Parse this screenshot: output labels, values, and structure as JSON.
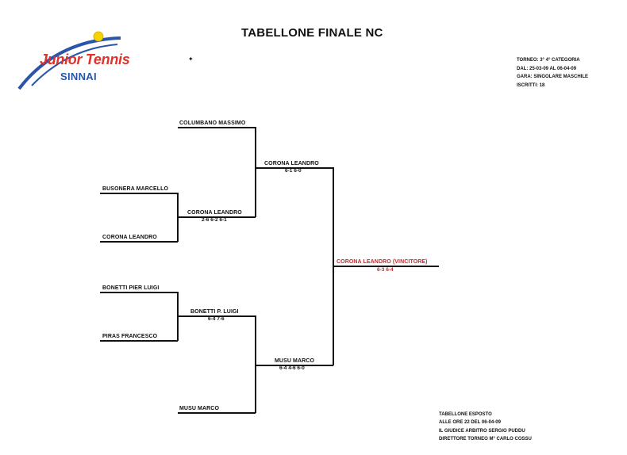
{
  "title": "TABELLONE FINALE NC",
  "logo": {
    "line1": "Junior Tennis",
    "line2": "SINNAI"
  },
  "info": {
    "torneo": "TORNEO: 3° 4° CATEGORIA",
    "dal": "DAL: 25-03-09 AL 06-04-09",
    "gara": "GARA: SINGOLARE MASCHILE",
    "iscritti": "ISCRITTI: 18"
  },
  "bracket": {
    "round1": [
      "COLUMBANO MASSIMO",
      "BUSONERA MARCELLO",
      "CORONA LEANDRO",
      "BONETTI PIER LUIGI",
      "PIRAS FRANCESCO",
      "MUSU MARCO"
    ],
    "round2": [
      {
        "name": "CORONA LEANDRO",
        "score": "2-6 6-2 6-1"
      },
      {
        "name": "BONETTI P. LUIGI",
        "score": "6-4 7-6"
      }
    ],
    "semis": [
      {
        "name": "CORONA LEANDRO",
        "score": "6-1 6-0"
      },
      {
        "name": "MUSU MARCO",
        "score": "6-4 4-6 6-0"
      }
    ],
    "final": {
      "name": "CORONA LEANDRO (VINCITORE)",
      "score": "6-3 6-4"
    }
  },
  "footer": {
    "line1": "TABELLONE ESPOSTO",
    "line2": "ALLE ORE 22 DEL 06-04-09",
    "line3": "IL GIUDICE ARBITRO SERGIO PUDDU",
    "line4": "DIRETTORE TORNEO M° CARLO COSSU"
  },
  "colors": {
    "accent_red": "#c8282d",
    "logo_blue": "#2a55a8",
    "logo_red": "#e0322a",
    "ball_yellow": "#f5d400"
  }
}
